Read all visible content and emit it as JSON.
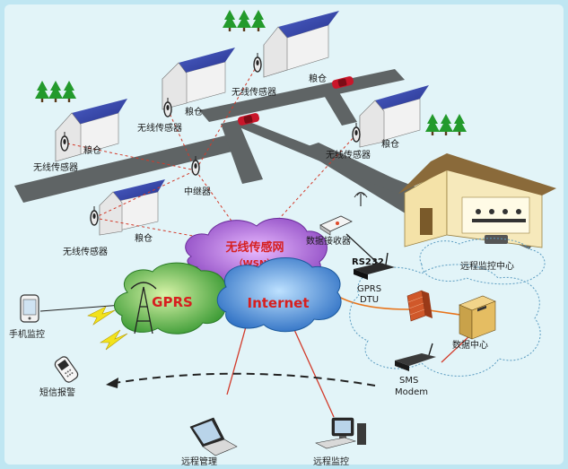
{
  "diagram": {
    "labels": {
      "granary": "粮仓",
      "wireless_sensor": "无线传感器",
      "relay": "中继器",
      "data_receiver": "数据接收器",
      "remote_center": "远程监控中心",
      "rs232": "RS232",
      "gprs_dtu_1": "GPRS",
      "gprs_dtu_2": "DTU",
      "data_center": "数据中心",
      "sms_modem_1": "SMS",
      "sms_modem_2": "Modem",
      "mobile_monitor": "手机监控",
      "sms_alarm": "短信报警",
      "remote_manage": "远程管理",
      "remote_monitor": "远程监控"
    },
    "clouds": {
      "wsn_title": "无线传感网",
      "wsn_sub": "（WSN）",
      "gprs": "GPRS",
      "internet": "Internet"
    },
    "colors": {
      "background": "#bfe6f2",
      "road": "#5f6465",
      "roof": "#2f3e9e",
      "wall": "#f2f2f2",
      "cloud_wsn": "#9a58c9",
      "cloud_gprs": "#49a83b",
      "cloud_internet": "#3a7fd0",
      "link_red": "#d23a2a",
      "link_orange": "#e8741b",
      "tree": "#239a2c"
    }
  }
}
